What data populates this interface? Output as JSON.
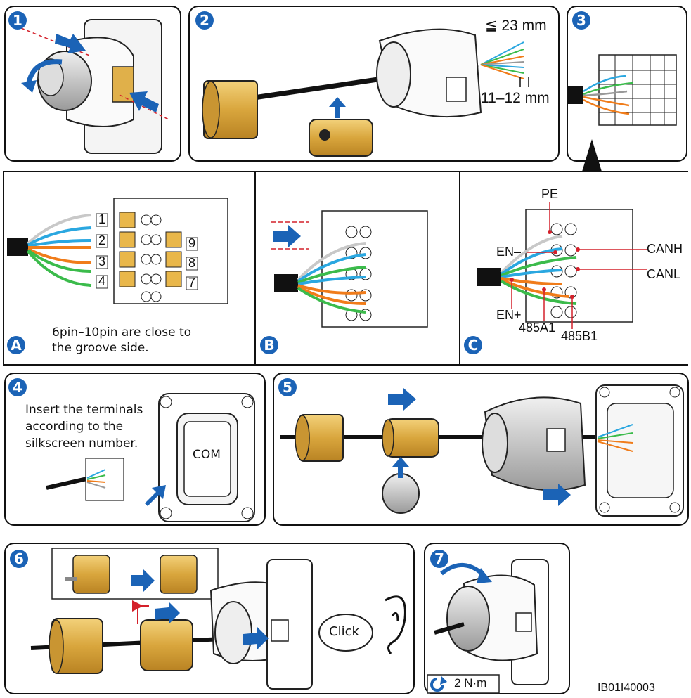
{
  "colors": {
    "badge": "#1b63b6",
    "brass": "#e0b04a",
    "wire_blue": "#2aa7e0",
    "wire_green": "#3bbb4b",
    "wire_orange": "#f07c1a",
    "callout": "#d4202a"
  },
  "steps": {
    "s1": "1",
    "s2": "2",
    "s3": "3",
    "s4": "4",
    "s5": "5",
    "s6": "6",
    "s7": "7",
    "sA": "A",
    "sB": "B",
    "sC": "C"
  },
  "step2": {
    "strip_length": "≦ 23 mm",
    "bare_length": "11–12 mm"
  },
  "stepA": {
    "pins": [
      "1",
      "2",
      "3",
      "4",
      "9",
      "8",
      "7"
    ],
    "note_line1": "6pin–10pin are close to",
    "note_line2": "the groove side."
  },
  "stepC": {
    "pe": "PE",
    "en_minus": "EN–",
    "canh": "CANH",
    "canl": "CANL",
    "en_plus": "EN+",
    "a485": "485A1",
    "b485": "485B1"
  },
  "step4": {
    "line1": "Insert the terminals",
    "line2": "according to the",
    "line3": "silkscreen number.",
    "port_label": "COM"
  },
  "step6": {
    "sound": "Click"
  },
  "step7": {
    "torque": "2 N·m"
  },
  "figure_id": "IB01I40003",
  "icons": [
    "rotate-arrow-icon",
    "push-arrow-icon",
    "ear-icon",
    "torque-icon"
  ]
}
